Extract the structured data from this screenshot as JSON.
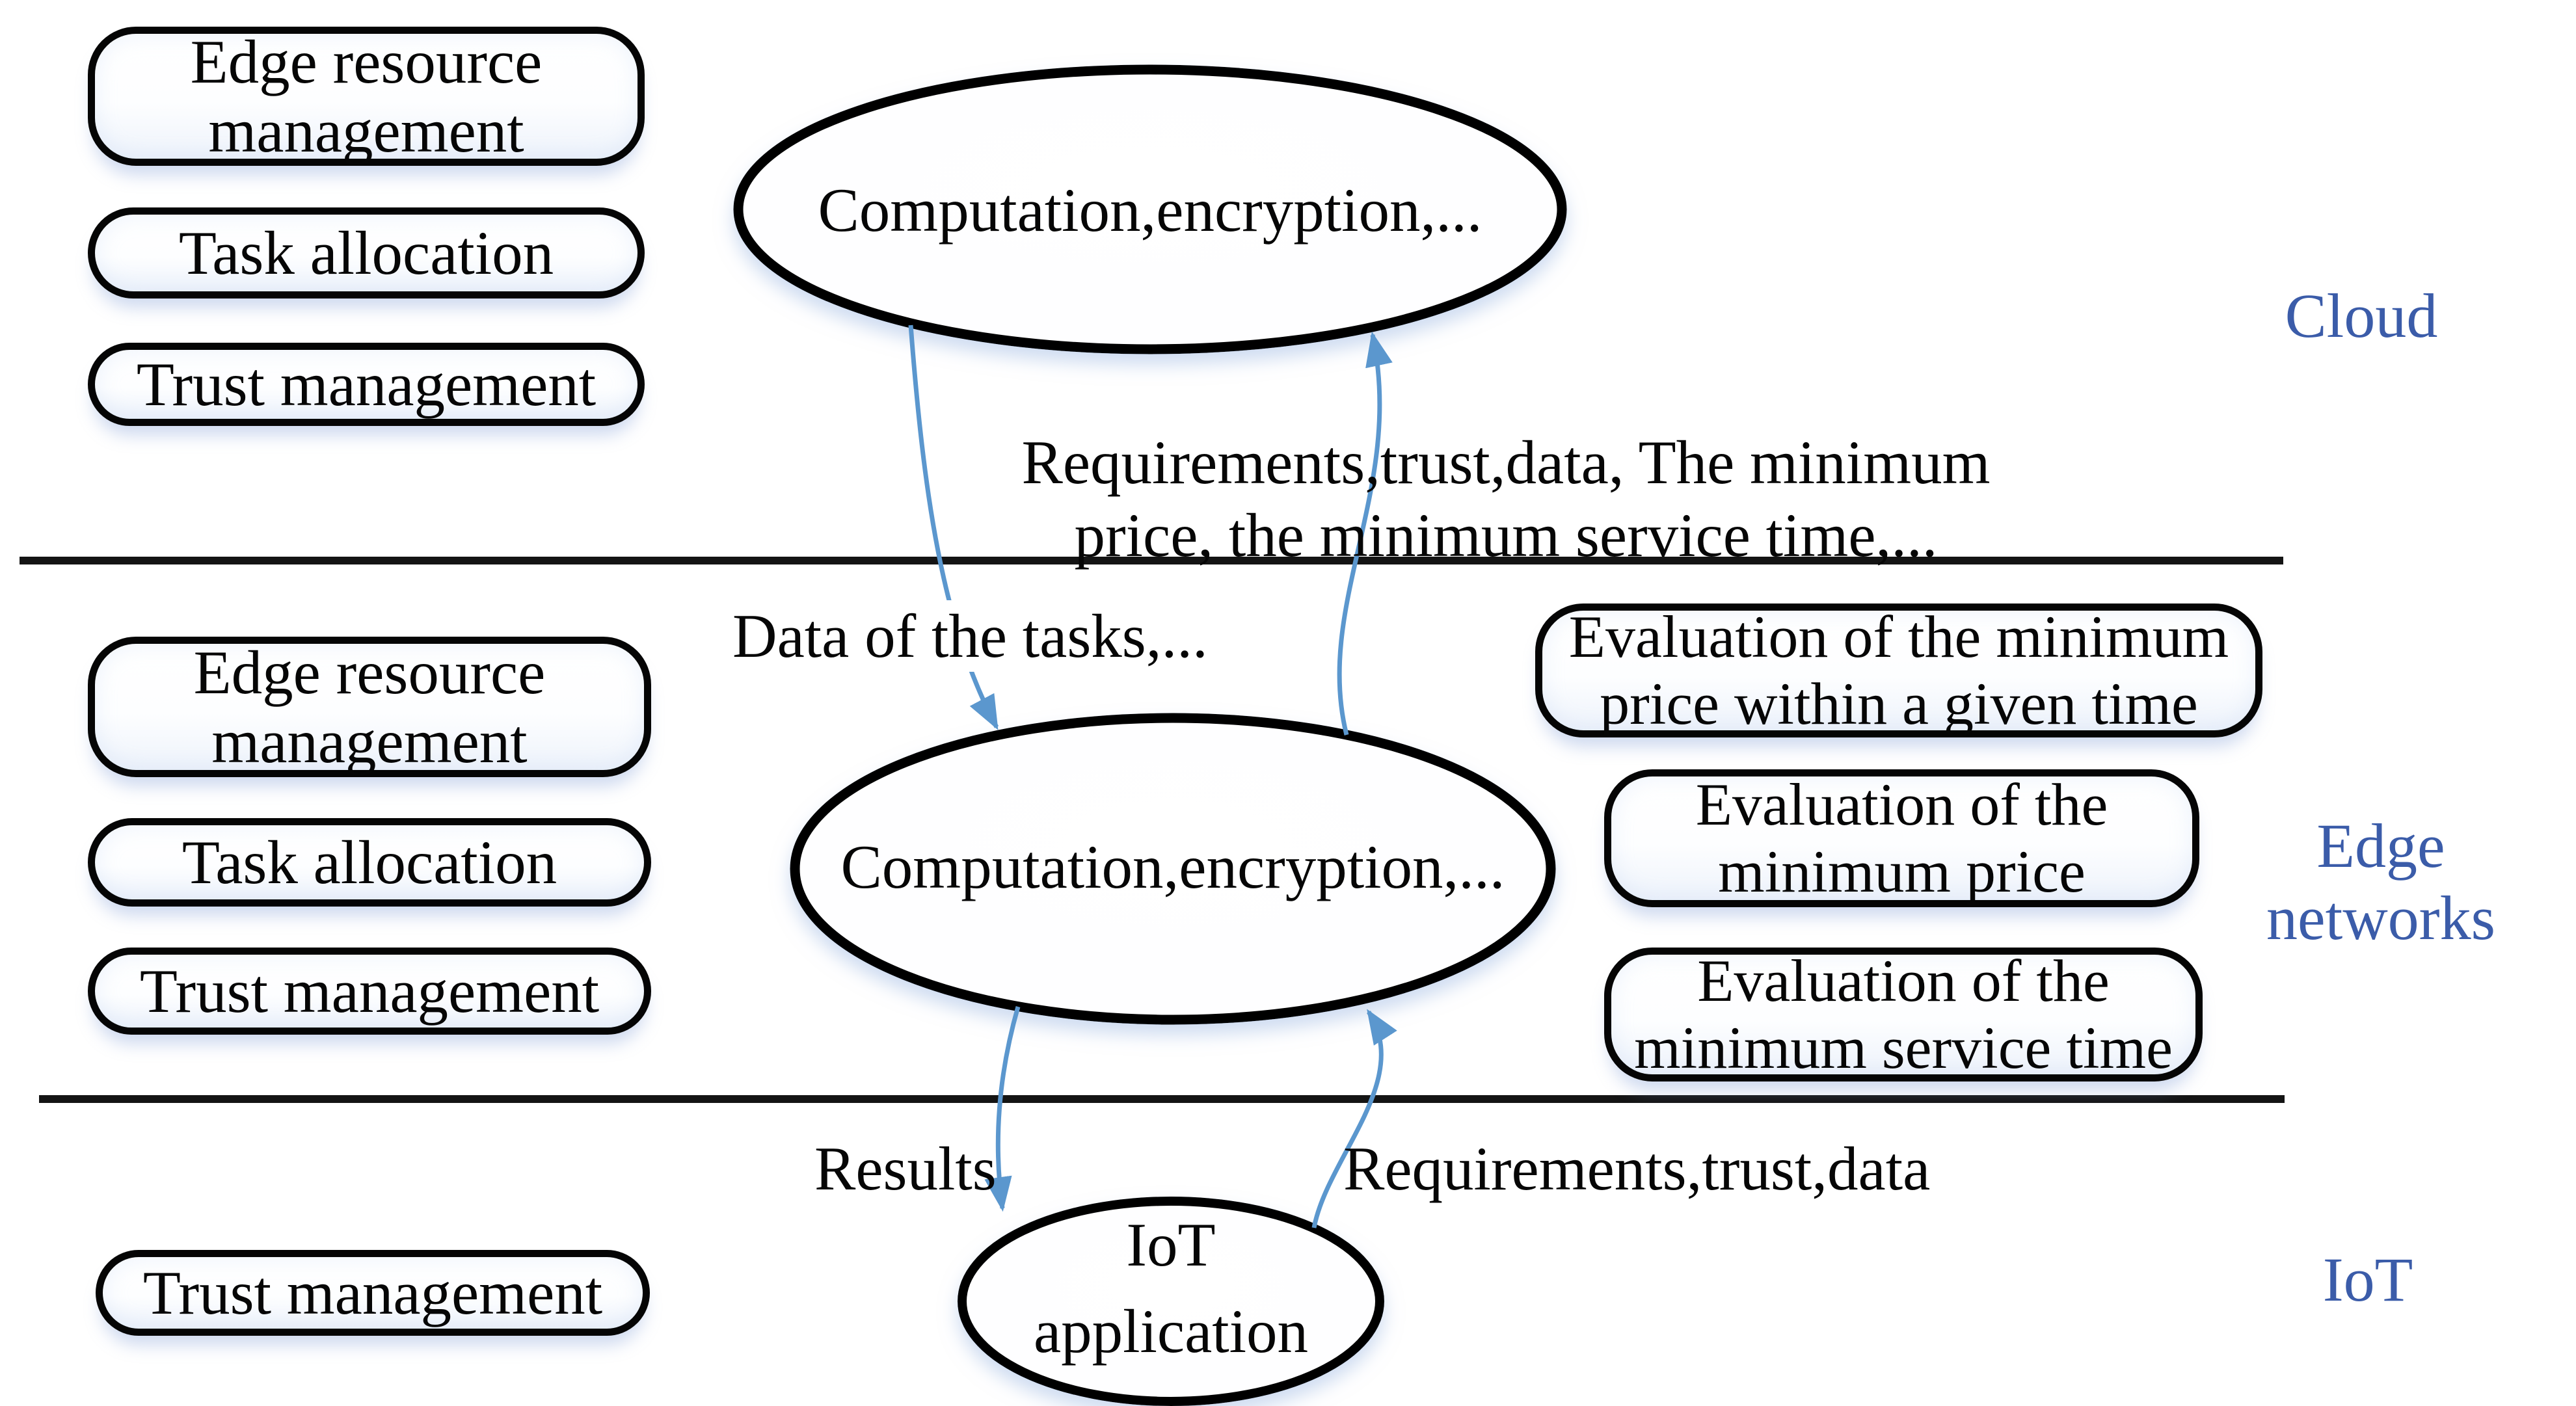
{
  "diagram": {
    "layer_labels": {
      "cloud": "Cloud",
      "edge": "Edge networks",
      "iot": "IoT"
    },
    "cloud": {
      "boxes": [
        "Edge resource management",
        "Task allocation",
        "Trust management"
      ],
      "ellipse_label": "Computation,encryption,..."
    },
    "edge": {
      "boxes": [
        "Edge resource management",
        "Task allocation",
        "Trust management"
      ],
      "eval_boxes": [
        "Evaluation of the minimum price within a given time",
        "Evaluation of the minimum price",
        "Evaluation of the minimum service time"
      ],
      "ellipse_label": "Computation,encryption,..."
    },
    "iot": {
      "boxes": [
        "Trust management"
      ],
      "ellipse_label_line1": "IoT",
      "ellipse_label_line2": "application"
    },
    "flow_labels": {
      "data_of_tasks": "Data of the tasks,...",
      "to_cloud_line1": "Requirements,trust,data, The minimum",
      "to_cloud_line2": "price, the minimum service time,...",
      "results": "Results",
      "to_edge": "Requirements,trust,data"
    },
    "colors": {
      "arrow": "#5B97CE",
      "layer_label": "#3B5CA9",
      "shape_stroke": "#000000",
      "divider": "#141414"
    }
  }
}
